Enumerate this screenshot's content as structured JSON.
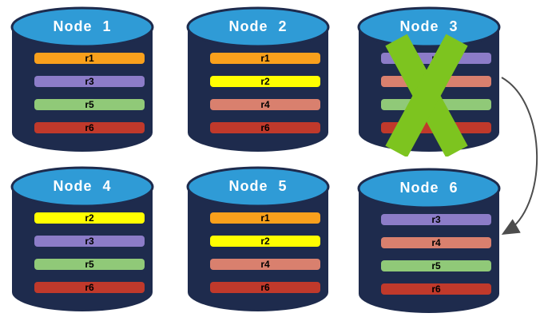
{
  "nodes": [
    {
      "name": "Node 1",
      "replicas": [
        {
          "label": "r1",
          "color": "#F9A01C"
        },
        {
          "label": "r3",
          "color": "#8C7CC8"
        },
        {
          "label": "r5",
          "color": "#90C978"
        },
        {
          "label": "r6",
          "color": "#C0392B"
        }
      ]
    },
    {
      "name": "Node 2",
      "replicas": [
        {
          "label": "r1",
          "color": "#F9A01C"
        },
        {
          "label": "r2",
          "color": "#FFFF00"
        },
        {
          "label": "r4",
          "color": "#D9806E"
        },
        {
          "label": "r6",
          "color": "#C0392B"
        }
      ]
    },
    {
      "name": "Node 3",
      "failed": true,
      "replicas": [
        {
          "label": "r3",
          "color": "#8C7CC8"
        },
        {
          "label": "r4",
          "color": "#D9806E"
        },
        {
          "label": "r5",
          "color": "#90C978"
        },
        {
          "label": "r6",
          "color": "#C0392B"
        }
      ]
    },
    {
      "name": "Node 4",
      "replicas": [
        {
          "label": "r2",
          "color": "#FFFF00"
        },
        {
          "label": "r3",
          "color": "#8C7CC8"
        },
        {
          "label": "r5",
          "color": "#90C978"
        },
        {
          "label": "r6",
          "color": "#C0392B"
        }
      ]
    },
    {
      "name": "Node 5",
      "replicas": [
        {
          "label": "r1",
          "color": "#F9A01C"
        },
        {
          "label": "r2",
          "color": "#FFFF00"
        },
        {
          "label": "r4",
          "color": "#D9806E"
        },
        {
          "label": "r6",
          "color": "#C0392B"
        }
      ]
    },
    {
      "name": "Node 6",
      "replicas": [
        {
          "label": "r3",
          "color": "#8C7CC8"
        },
        {
          "label": "r4",
          "color": "#D9806E"
        },
        {
          "label": "r5",
          "color": "#90C978"
        },
        {
          "label": "r6",
          "color": "#C0392B"
        }
      ]
    }
  ],
  "icons": {
    "failure_x": "x-mark-icon",
    "failover_arrow": "curved-arrow-icon"
  },
  "colors": {
    "cylinder_body": "#1E2B4D",
    "cylinder_top": "#2F9BD6",
    "title_text": "#FFFFFF",
    "bar_text": "#000000",
    "failure_x": "#7DC41F",
    "arrow": "#4D4D4D"
  }
}
